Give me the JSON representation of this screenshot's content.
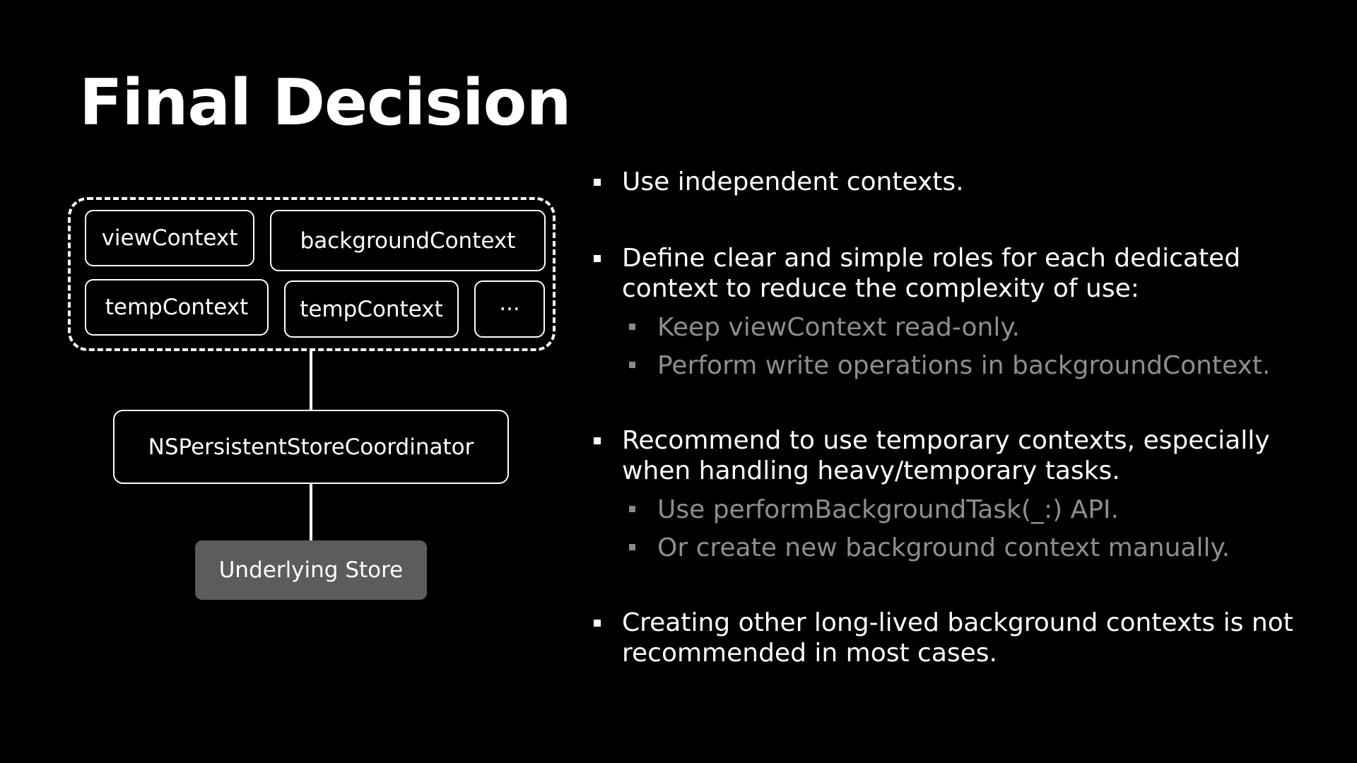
{
  "slide": {
    "title": "Final Decision"
  },
  "diagram": {
    "contexts": {
      "view": "viewContext",
      "background": "backgroundContext",
      "temp1": "tempContext",
      "temp2": "tempContext",
      "more": "···"
    },
    "coordinator": "NSPersistentStoreCoordinator",
    "store": "Underlying Store"
  },
  "bullets": [
    {
      "text": "Use independent contexts.",
      "subitems": []
    },
    {
      "text": "Define clear and simple roles for each dedicated context to reduce the complexity of use:",
      "subitems": [
        "Keep viewContext read-only.",
        "Perform write operations in backgroundContext."
      ]
    },
    {
      "text": "Recommend to use temporary contexts, especially when handling heavy/temporary tasks.",
      "subitems": [
        "Use performBackgroundTask(_:) API.",
        "Or create new background context manually."
      ]
    },
    {
      "text": "Creating other long-lived background contexts is not recommended in most cases.",
      "subitems": []
    }
  ],
  "colors": {
    "background": "#000000",
    "primary_text": "#ffffff",
    "secondary_text": "#8e8e8e",
    "store_fill": "#5c5c5c"
  }
}
